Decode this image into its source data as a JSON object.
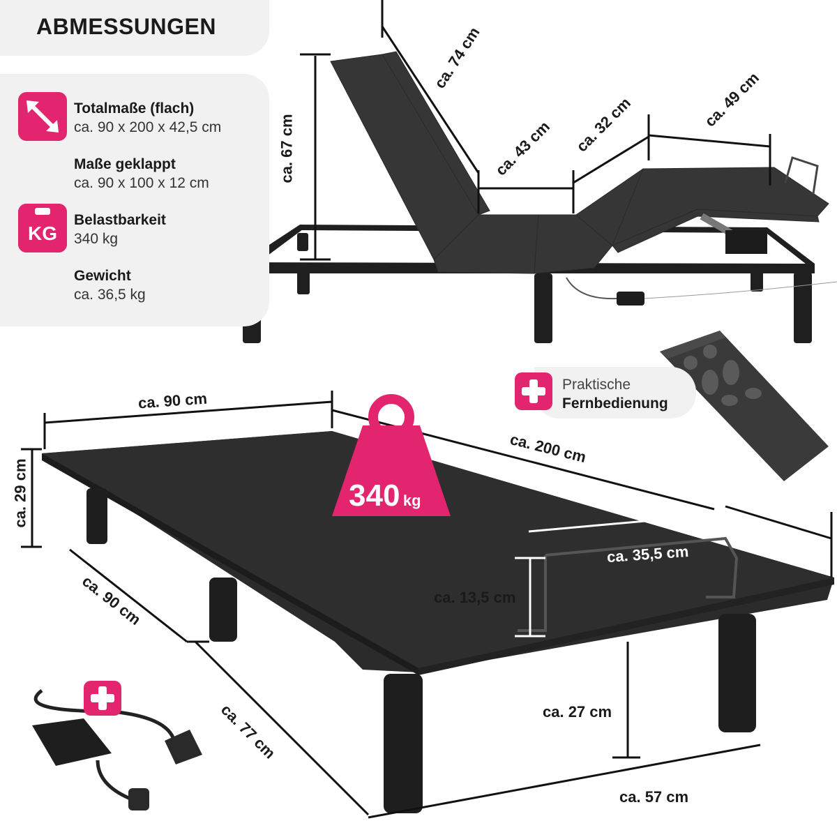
{
  "title": "ABMESSUNGEN",
  "specs": [
    {
      "label": "Totalmaße (flach)",
      "value": "ca. 90 x 200 x 42,5 cm",
      "icon": "diagonal-arrow-icon"
    },
    {
      "label": "Maße geklappt",
      "value": "ca. 90 x 100 x 12 cm"
    },
    {
      "label": "Belastbarkeit",
      "value": "340 kg",
      "icon": "kg-weight-icon"
    },
    {
      "label": "Gewicht",
      "value": "ca. 36,5 kg"
    }
  ],
  "remote": {
    "line1": "Praktische",
    "line2": "Fernbedienung"
  },
  "weight_badge": {
    "number": "340",
    "unit": "kg"
  },
  "dimensions": {
    "d74": "ca. 74 cm",
    "d67": "ca. 67 cm",
    "d43": "ca. 43 cm",
    "d32": "ca. 32 cm",
    "d49": "ca. 49 cm",
    "d90_top": "ca. 90 cm",
    "d200": "ca. 200 cm",
    "d29": "ca. 29 cm",
    "d90_side": "ca. 90 cm",
    "d355": "ca. 35,5 cm",
    "d135": "ca. 13,5 cm",
    "d77": "ca. 77 cm",
    "d27": "ca. 27 cm",
    "d57": "ca. 57 cm"
  },
  "colors": {
    "accent": "#e3246e",
    "panel": "#f1f1f1",
    "product": "#2e2e2e"
  }
}
